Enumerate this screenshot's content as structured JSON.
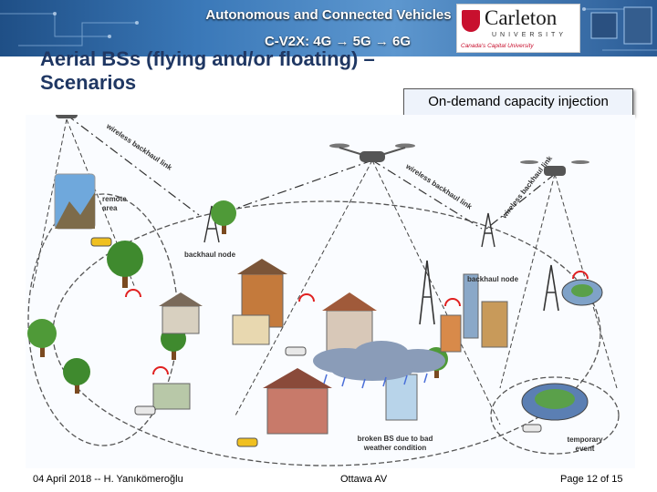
{
  "header": {
    "title": "Autonomous and Connected Vehicles",
    "subtitle": "C-V2X: 4G → 5G → 6G",
    "logo_name": "Carleton",
    "logo_university": "UNIVERSITY",
    "logo_tagline": "Canada's Capital University"
  },
  "slide": {
    "heading": "Aerial BSs (flying and/or floating) – Scenarios",
    "callout": "On-demand capacity injection"
  },
  "figure": {
    "labels": {
      "link_left": "wireless backhaul link",
      "link_mid": "wireless backhaul link",
      "link_right": "wireless backhaul link",
      "remote_area": "remote area",
      "backhaul_node_left": "backhaul node",
      "backhaul_node_right": "backhaul node",
      "broken_bs": "broken BS due to bad weather condition",
      "temporary_event": "temporary event"
    },
    "icons": [
      "drone-icon",
      "tower-icon",
      "tree-icon",
      "house-icon",
      "building-icon",
      "cloud-icon",
      "car-icon",
      "stadium-icon",
      "wireless-signal-icon"
    ]
  },
  "footer": {
    "date_author": "04 April 2018 -- H. Yanıkömeroğlu",
    "venue": "Ottawa AV",
    "page": "Page 12 of 15"
  }
}
